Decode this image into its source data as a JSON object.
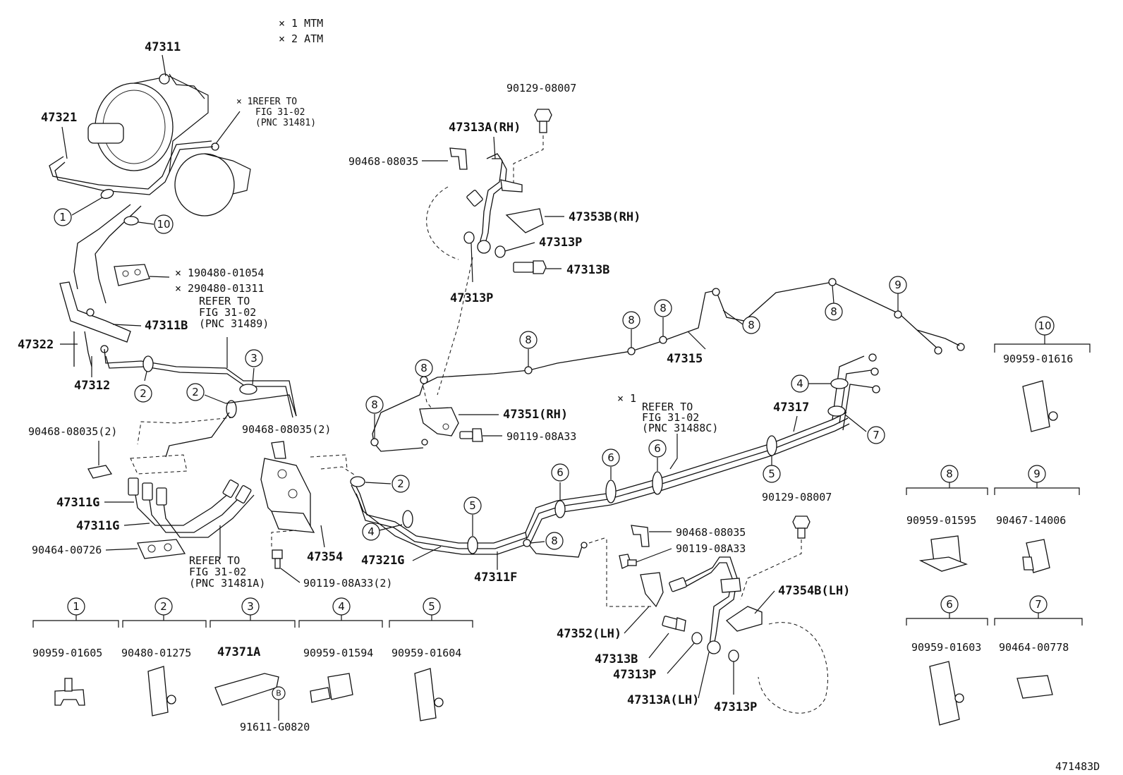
{
  "legend": {
    "note1": "× 1  MTM",
    "note2": "× 2  ATM"
  },
  "labels": {
    "p47311": "47311",
    "p47321": "47321",
    "refer1_a": "× 1REFER TO",
    "refer1_b": "FIG 31-02",
    "refer1_c": "(PNC 31481)",
    "p90480_01054": "× 190480-01054",
    "p90480_01311": "× 290480-01311",
    "refer2_a": "REFER TO",
    "refer2_b": "FIG 31-02",
    "refer2_c": "(PNC 31489)",
    "p47311B": "47311B",
    "p47322": "47322",
    "p47312": "47312",
    "p90468_08035_2a": "90468-08035(2)",
    "p90468_08035_2b": "90468-08035(2)",
    "p47311G_a": "47311G",
    "p47311G_b": "47311G",
    "p90464_00726": "90464-00726",
    "refer3_a": "REFER TO",
    "refer3_b": "FIG 31-02",
    "refer3_c": "(PNC 31481A)",
    "p47354": "47354",
    "p90119_08A33_2": "90119-08A33(2)",
    "p47321G": "47321G",
    "p47311F": "47311F",
    "p90129_08007_top": "90129-08007",
    "p47313A_RH": "47313A(RH)",
    "p90468_08035_top": "90468-08035",
    "p47353B_RH": "47353B(RH)",
    "p47313P_a": "47313P",
    "p47313B_top": "47313B",
    "p47313P_b": "47313P",
    "p47315": "47315",
    "p47351_RH": "47351(RH)",
    "p90119_08A33_mid": "90119-08A33",
    "x1_mark": "× 1",
    "refer4_a": "REFER TO",
    "refer4_b": "FIG 31-02",
    "refer4_c": "(PNC 31488C)",
    "p47317": "47317",
    "p90129_08007_bot": "90129-08007",
    "p90468_08035_bot": "90468-08035",
    "p90119_08A33_bot": "90119-08A33",
    "p47354B_LH": "47354B(LH)",
    "p47352_LH": "47352(LH)",
    "p47313B_bot": "47313B",
    "p47313P_c": "47313P",
    "p47313A_LH": "47313A(LH)",
    "p47313P_d": "47313P",
    "diagram_id": "471483D"
  },
  "key_table": {
    "k1": {
      "num": "1",
      "part": "90959-01605"
    },
    "k2": {
      "num": "2",
      "part": "90480-01275"
    },
    "k3": {
      "num": "3",
      "part": "47371A"
    },
    "k4": {
      "num": "4",
      "part": "90959-01594"
    },
    "k5": {
      "num": "5",
      "part": "90959-01604"
    },
    "k6": {
      "num": "6",
      "part": "90959-01603"
    },
    "k7": {
      "num": "7",
      "part": "90464-00778"
    },
    "k8": {
      "num": "8",
      "part": "90959-01595"
    },
    "k9": {
      "num": "9",
      "part": "90467-14006"
    },
    "k10": {
      "num": "10",
      "part": "90959-01616"
    },
    "bolt_b": "B",
    "bolt_part": "91611-G0820"
  },
  "callouts": {
    "c1": "1",
    "c2": "2",
    "c3": "3",
    "c4": "4",
    "c5": "5",
    "c6": "6",
    "c7": "7",
    "c8": "8",
    "c9": "9",
    "c10": "10"
  }
}
